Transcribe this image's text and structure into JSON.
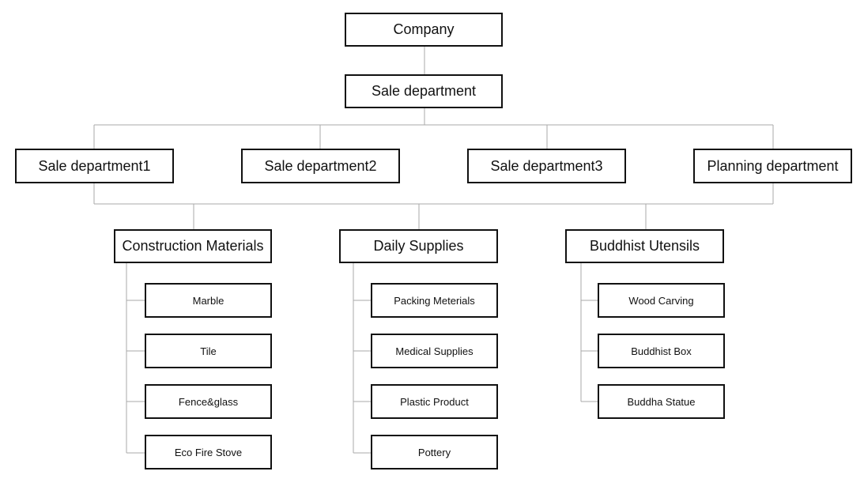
{
  "org_chart": {
    "root": "Company",
    "level2": "Sale department",
    "departments": [
      "Sale department1",
      "Sale department2",
      "Sale department3",
      "Planning department"
    ],
    "categories": [
      {
        "name": "Construction Materials",
        "items": [
          "Marble",
          "Tile",
          "Fence&glass",
          "Eco Fire Stove"
        ]
      },
      {
        "name": "Daily Supplies",
        "items": [
          "Packing Meterials",
          "Medical Supplies",
          "Plastic Product",
          "Pottery"
        ]
      },
      {
        "name": "Buddhist Utensils",
        "items": [
          "Wood Carving",
          "Buddhist Box",
          "Buddha Statue"
        ]
      }
    ]
  },
  "colors": {
    "box_border": "#111111",
    "connector": "#aaaaaa",
    "text": "#111111",
    "background": "#ffffff"
  }
}
